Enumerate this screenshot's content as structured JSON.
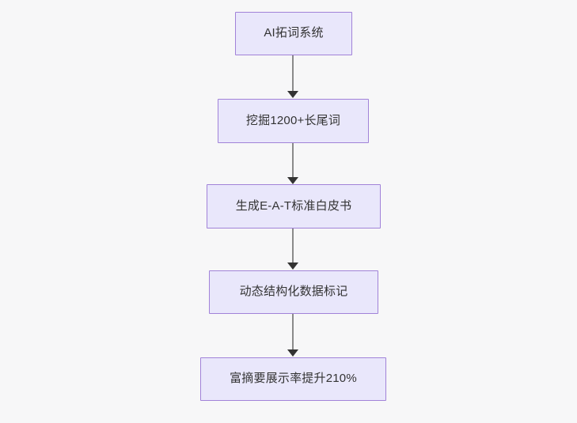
{
  "diagram": {
    "type": "flowchart",
    "orientation": "top-to-bottom",
    "background_color": "#f7f7f8",
    "node_fill_color": "#e9e7fb",
    "node_border_color": "#a182d8",
    "node_text_color": "#333333",
    "connector_color": "#8a8a8a",
    "arrowhead_color": "#333333",
    "nodes": [
      {
        "id": "node-1",
        "label": "AI拓词系统"
      },
      {
        "id": "node-2",
        "label": "挖掘1200+长尾词"
      },
      {
        "id": "node-3",
        "label": "生成E-A-T标准白皮书"
      },
      {
        "id": "node-4",
        "label": "动态结构化数据标记"
      },
      {
        "id": "node-5",
        "label": "富摘要展示率提升210%"
      }
    ],
    "edges": [
      {
        "id": "edge-1",
        "from": "node-1",
        "to": "node-2",
        "label": ""
      },
      {
        "id": "edge-2",
        "from": "node-2",
        "to": "node-3",
        "label": ""
      },
      {
        "id": "edge-3",
        "from": "node-3",
        "to": "node-4",
        "label": ""
      },
      {
        "id": "edge-4",
        "from": "node-4",
        "to": "node-5",
        "label": ""
      }
    ]
  }
}
